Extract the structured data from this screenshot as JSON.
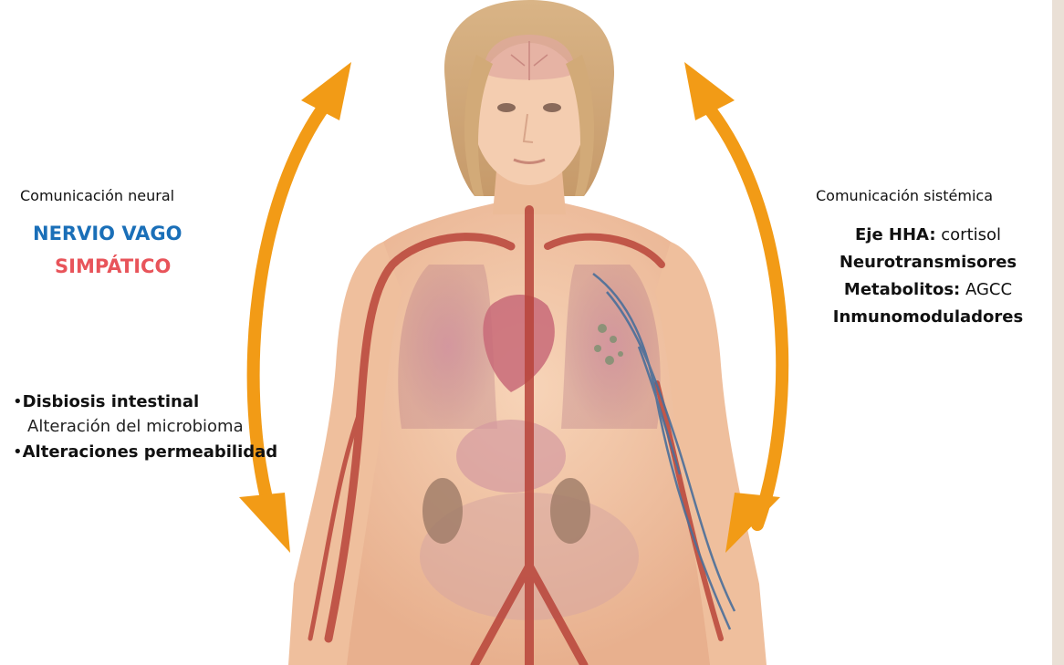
{
  "left": {
    "title": "Comunicación neural",
    "nervio": "NERVIO VAGO",
    "simpatico": "SIMPÁTICO",
    "bullets": [
      {
        "bold": "Disbiosis intestinal",
        "sub": "Alteración del microbioma"
      },
      {
        "bold": "Alteraciones permeabilidad"
      }
    ]
  },
  "right": {
    "title": "Comunicación sistémica",
    "items": [
      {
        "bold": "Eje HHA:",
        "text": " cortisol"
      },
      {
        "bold": "Neurotransmisores",
        "text": ""
      },
      {
        "bold": "Metabolitos:",
        "text": " AGCC"
      },
      {
        "bold": "Inmunomoduladores",
        "text": ""
      }
    ]
  },
  "colors": {
    "nervio": "#1a6fb8",
    "simpatico": "#e8545a",
    "arrow": "#f29b16",
    "skin": "#f2c7a5",
    "vessel": "#b8443a",
    "vein": "#4a6f9a"
  }
}
